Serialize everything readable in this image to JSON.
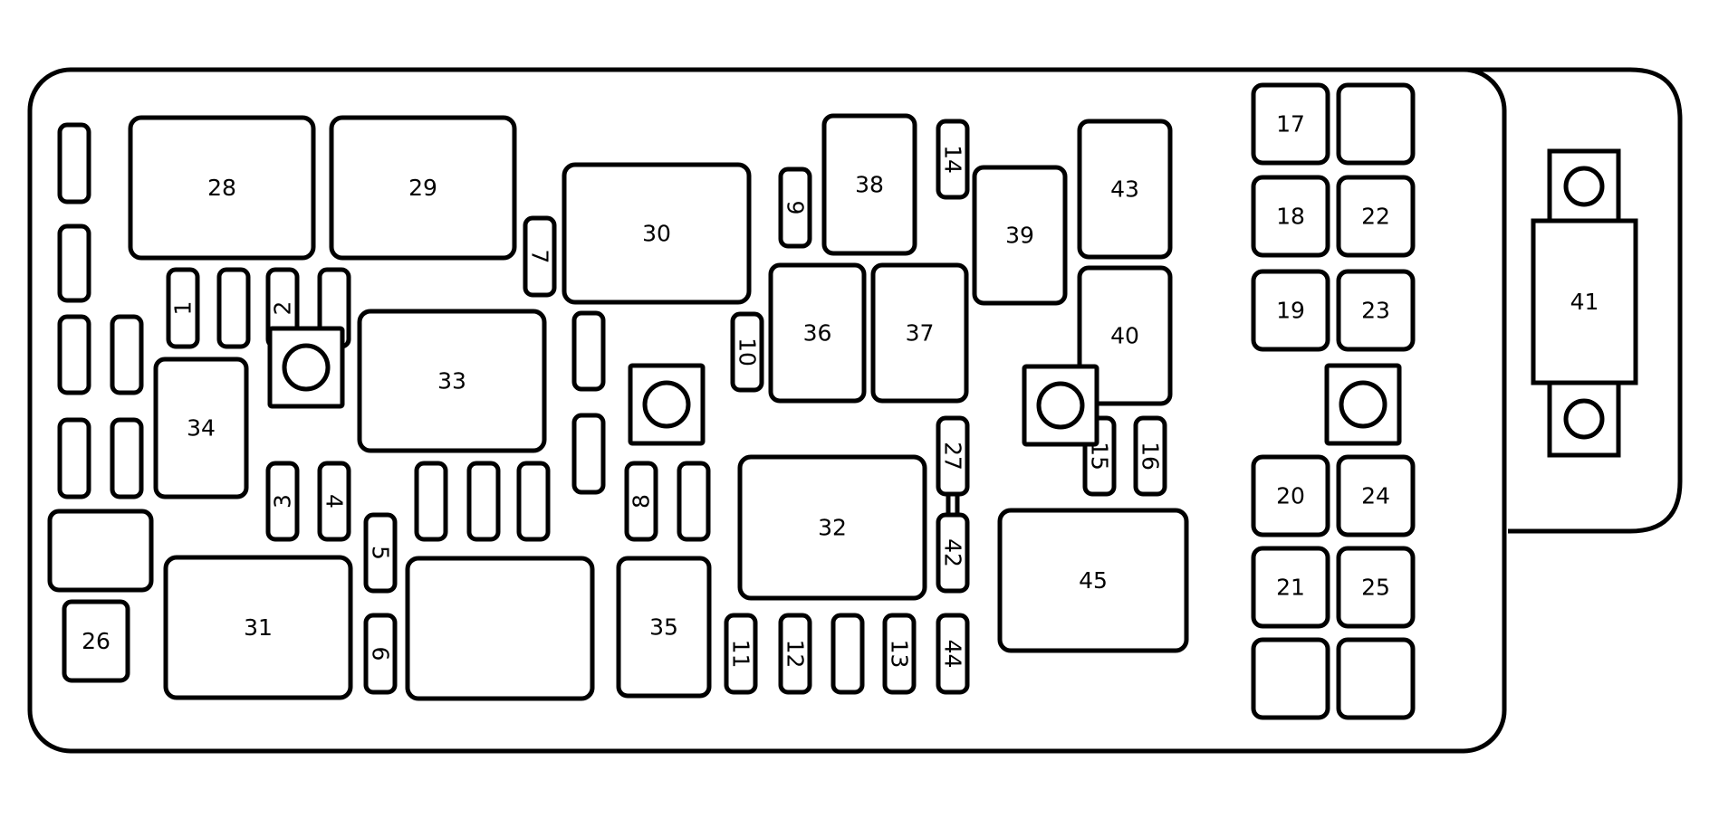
{
  "diagram": {
    "stroke_color": "#000000",
    "background": "#ffffff",
    "components": {
      "f_l1": "",
      "f_l2": "",
      "f_l3": "",
      "f_l4": "",
      "f_l5": "",
      "f_l6": "",
      "f_l7": "",
      "r28": "28",
      "r29": "29",
      "r30": "30",
      "r31": "31",
      "r32": "32",
      "r33": "33",
      "r34": "34",
      "r35": "35",
      "r36": "36",
      "r37": "37",
      "r38": "38",
      "r39": "39",
      "r40": "40",
      "r43": "43",
      "r45": "45",
      "r_blank_bottom": "",
      "r_blank_left": "",
      "r26": "26",
      "f1": "1",
      "f_b1": "",
      "f2": "2",
      "f_b2": "",
      "f3": "3",
      "f4": "4",
      "f5": "5",
      "f6": "6",
      "f7": "7",
      "f8": "8",
      "f9": "9",
      "f10": "10",
      "f11": "11",
      "f12": "12",
      "f_b3": "",
      "f13": "13",
      "f14": "14",
      "f15": "15",
      "f16": "16",
      "f27": "27",
      "f42": "42",
      "f44": "44",
      "f_b4": "",
      "f_b5": "",
      "f_b6": "",
      "f_b7": "",
      "f_b8": "",
      "f_b9": "",
      "m17": "17",
      "m_b1": "",
      "m18": "18",
      "m22": "22",
      "m19": "19",
      "m23": "23",
      "m20": "20",
      "m24": "24",
      "m21": "21",
      "m25": "25",
      "m_b2": "",
      "m_b3": "",
      "mega41": "41"
    }
  }
}
